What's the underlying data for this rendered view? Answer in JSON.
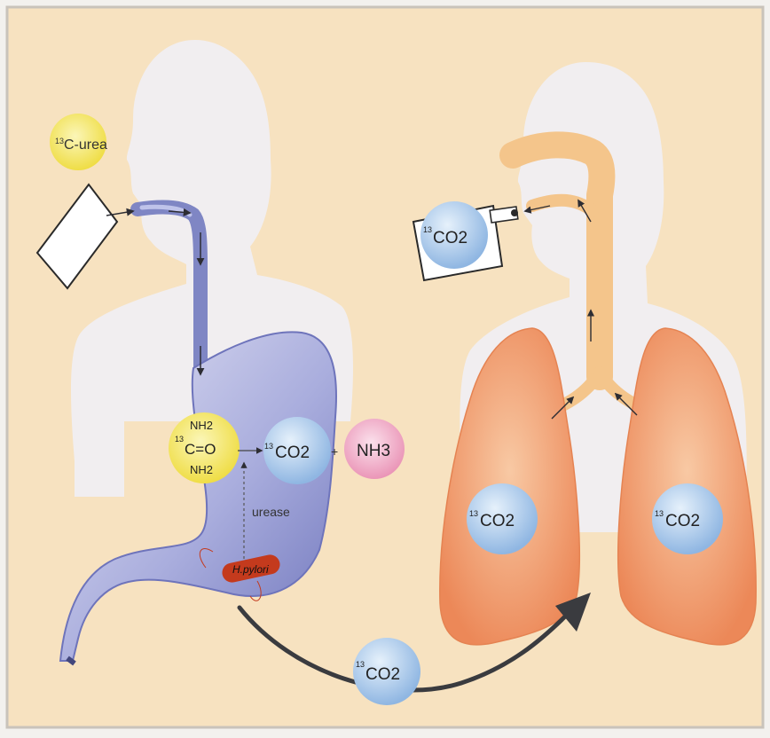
{
  "colors": {
    "frame_bg": "#f7e2c0",
    "frame_border": "#c9c3bb",
    "silhouette": "#f1eef0",
    "digestive_tract": "#7f86c4",
    "digestive_tract_light": "#bfc3ea",
    "airway": "#f4c58b",
    "lung": "#ef9463",
    "lung_light": "#f8c9a4",
    "co2_bubble": "#a9c9ec",
    "urea_bubble": "#f2e65a",
    "nh3_bubble": "#efa7c4",
    "bacteria": "#c43a1d",
    "flow_arrow": "#3a3b3f"
  },
  "labels": {
    "urea_pill": {
      "superscript": "13",
      "text": "C-urea"
    },
    "urea_molecule": {
      "nh2_top": "NH2",
      "core": "C=O",
      "superscript": "13",
      "nh2_bottom": "NH2"
    },
    "co2_stomach": {
      "superscript": "13",
      "text": "CO2"
    },
    "nh3": {
      "text": "NH3"
    },
    "enzyme": {
      "text": "urease"
    },
    "bacteria": {
      "text": "H.pylori"
    },
    "co2_blood": {
      "superscript": "13",
      "text": "CO2"
    },
    "co2_lung_left": {
      "superscript": "13",
      "text": "CO2"
    },
    "co2_lung_right": {
      "superscript": "13",
      "text": "CO2"
    },
    "co2_breath_bag": {
      "superscript": "13",
      "text": "CO2"
    }
  }
}
